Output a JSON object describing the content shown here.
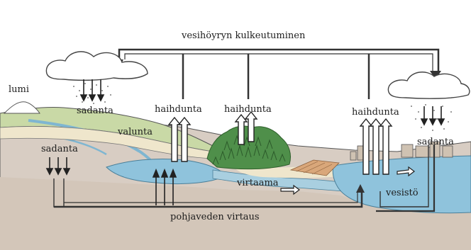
{
  "labels": {
    "vapor_transport": "vesihöyryn kulkeutuminen",
    "snow": "lumi",
    "precip_cloud_left": "sadanta",
    "precip_ground_left": "sadanta",
    "precip_right": "sadanta",
    "evap_left": "haihdunta",
    "evap_forest": "haihdunta",
    "evap_right": "haihdunta",
    "runoff": "valunta",
    "streamflow": "virtaama",
    "water_body": "vesistö",
    "groundwater_flow": "pohjaveden virtaus"
  },
  "colors": {
    "ground": "#d9cfc6",
    "ground_deep": "#cfc3b8",
    "bedrock": "#e6ddd5",
    "sand": "#efe7cf",
    "grass": "#c9dba0",
    "water": "#8fc3dc",
    "water_dark": "#6fb0cf",
    "forest": "#4f8f4a",
    "field": "#d9a77a",
    "cloud": "#ffffff",
    "outline": "#333333",
    "town": "#b9ac9c"
  }
}
